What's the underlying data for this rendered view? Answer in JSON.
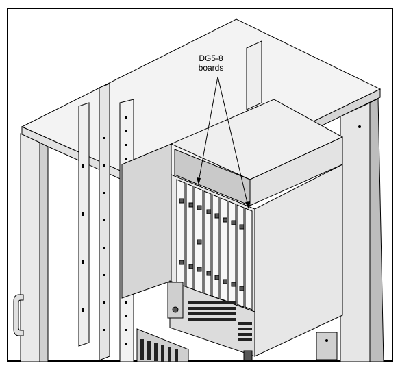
{
  "callout": {
    "line1": "DG5-8",
    "line2": "boards"
  },
  "colors": {
    "stroke": "#000000",
    "panel_light": "#efefef",
    "panel_mid": "#d9d9d9",
    "panel_dark": "#bdbdbd",
    "background": "#ffffff"
  },
  "icons": [
    "rack-cabinet",
    "chassis",
    "board",
    "door-handle",
    "callout-arrow"
  ]
}
